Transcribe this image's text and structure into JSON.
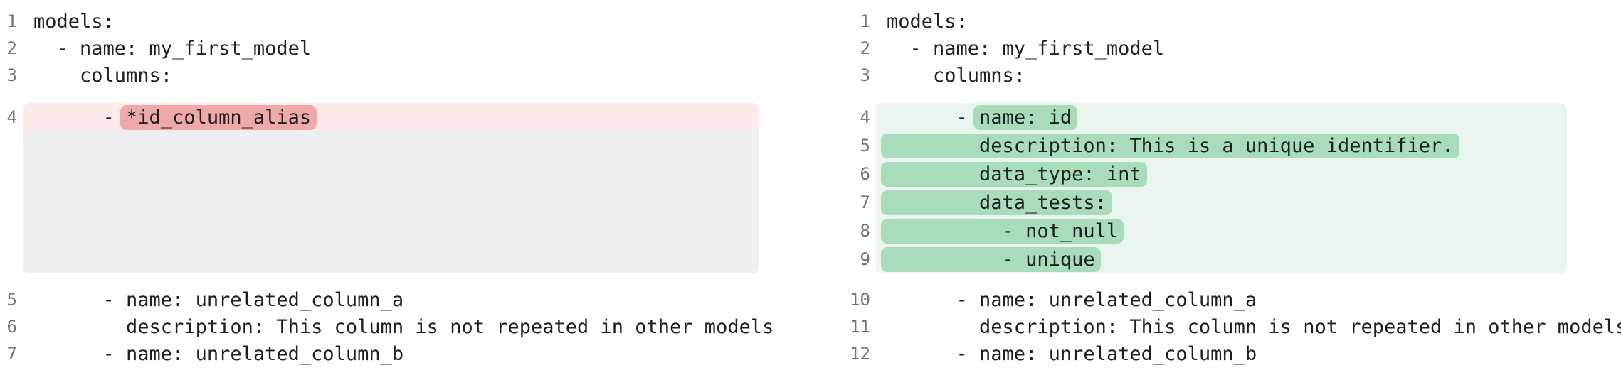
{
  "colors": {
    "background": "#ffffff",
    "code_text": "#1d2025",
    "line_number": "#6e7380",
    "removed_line_bg": "#fdebeb",
    "removed_word_bg": "#f0a9a9",
    "added_line_bg": "#e9f5ee",
    "added_word_bg": "#a9dcba",
    "filler_bg": "#edeff1"
  },
  "diff": {
    "left_panel": {
      "name": "before",
      "lines": [
        {
          "num": "1",
          "segments": [
            {
              "text": "models:"
            }
          ]
        },
        {
          "num": "2",
          "segments": [
            {
              "text": "  - name: my_first_model"
            }
          ]
        },
        {
          "num": "3",
          "segments": [
            {
              "text": "    columns:"
            }
          ]
        },
        {
          "num": "4",
          "kind": "removed",
          "block": "start",
          "segments": [
            {
              "text": "      - "
            },
            {
              "text": "*id_column_alias",
              "highlight": true
            }
          ]
        },
        {
          "kind": "filler",
          "block": "end",
          "segments": []
        },
        {
          "num": "5",
          "segments": [
            {
              "text": "      - name: unrelated_column_a"
            }
          ]
        },
        {
          "num": "6",
          "segments": [
            {
              "text": "        description: This column is not repeated in other models"
            }
          ]
        },
        {
          "num": "7",
          "segments": [
            {
              "text": "      - name: unrelated_column_b"
            }
          ]
        }
      ]
    },
    "right_panel": {
      "name": "after",
      "lines": [
        {
          "num": "1",
          "segments": [
            {
              "text": "models:"
            }
          ]
        },
        {
          "num": "2",
          "segments": [
            {
              "text": "  - name: my_first_model"
            }
          ]
        },
        {
          "num": "3",
          "segments": [
            {
              "text": "    columns:"
            }
          ]
        },
        {
          "num": "4",
          "kind": "added",
          "block": "start",
          "segments": [
            {
              "text": "      - "
            },
            {
              "text": "name: id",
              "highlight": true
            }
          ]
        },
        {
          "num": "5",
          "kind": "added",
          "segments": [
            {
              "text": "        description: This is a unique identifier.",
              "highlight": true
            }
          ]
        },
        {
          "num": "6",
          "kind": "added",
          "segments": [
            {
              "text": "        data_type: int",
              "highlight": true
            }
          ]
        },
        {
          "num": "7",
          "kind": "added",
          "segments": [
            {
              "text": "        data_tests:",
              "highlight": true
            }
          ]
        },
        {
          "num": "8",
          "kind": "added",
          "segments": [
            {
              "text": "          - not_null",
              "highlight": true
            }
          ]
        },
        {
          "num": "9",
          "kind": "added",
          "block": "end",
          "segments": [
            {
              "text": "          - unique",
              "highlight": true
            }
          ]
        },
        {
          "num": "10",
          "segments": [
            {
              "text": "      - name: unrelated_column_a"
            }
          ]
        },
        {
          "num": "11",
          "segments": [
            {
              "text": "        description: This column is not repeated in other models"
            }
          ]
        },
        {
          "num": "12",
          "segments": [
            {
              "text": "      - name: unrelated_column_b"
            }
          ]
        }
      ]
    }
  }
}
